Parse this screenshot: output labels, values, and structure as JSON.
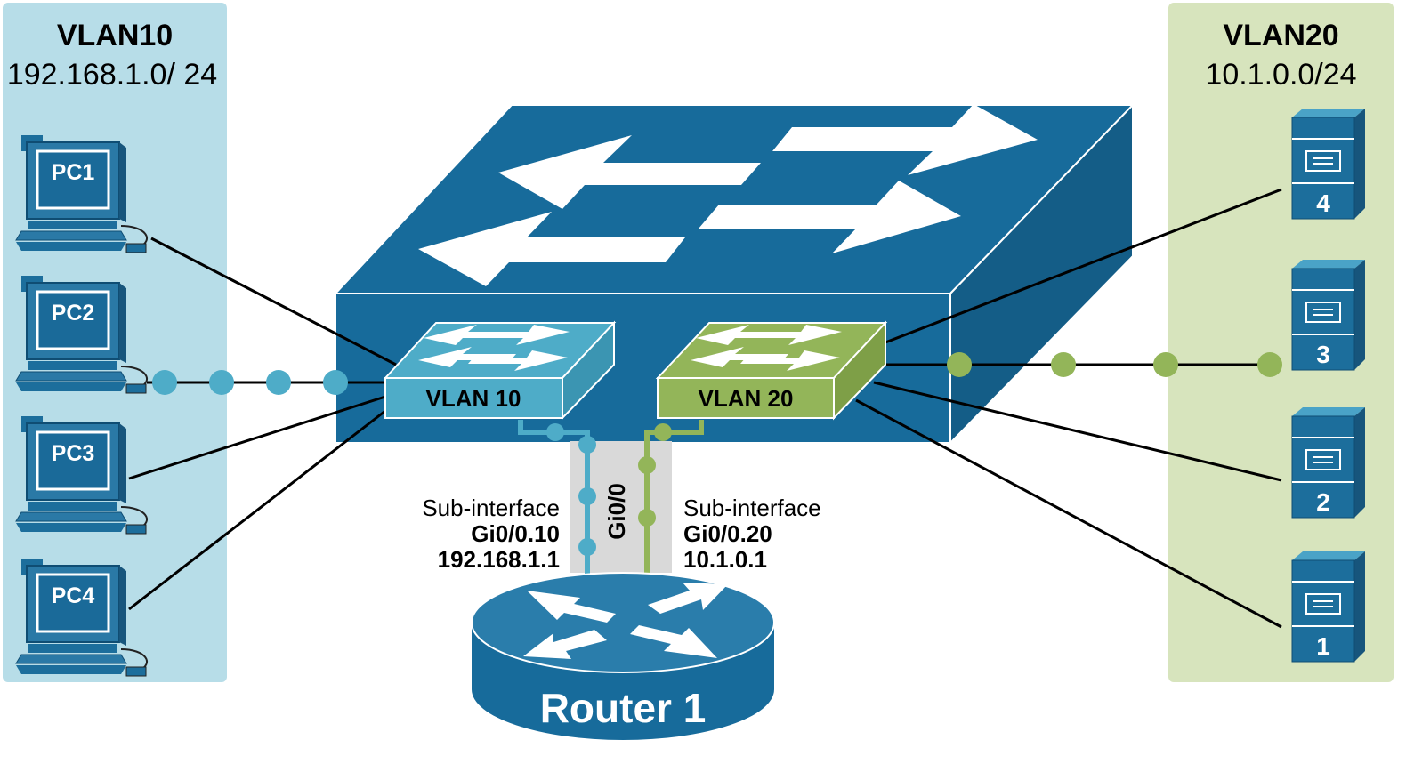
{
  "vlan10": {
    "title": "VLAN10",
    "subnet": "192.168.1.0/ 24"
  },
  "vlan20": {
    "title": "VLAN20",
    "subnet": "10.1.0.0/24"
  },
  "pcs": [
    "PC1",
    "PC2",
    "PC3",
    "PC4"
  ],
  "servers": [
    "4",
    "3",
    "2",
    "1"
  ],
  "switch": {
    "vlan10_label": "VLAN 10",
    "vlan20_label": "VLAN 20"
  },
  "trunk": {
    "interface": "Gi0/0"
  },
  "subinterface10": {
    "caption": "Sub-interface",
    "name": "Gi0/0.10",
    "ip": "192.168.1.1"
  },
  "subinterface20": {
    "caption": "Sub-interface",
    "name": "Gi0/0.20",
    "ip": "10.1.0.1"
  },
  "router": {
    "label": "Router 1"
  },
  "colors": {
    "switch_blue": "#176b9b",
    "vlan10": "#4eacc8",
    "vlan20": "#93b559",
    "vlan10_bg": "#b7dde8",
    "vlan20_bg": "#d7e4bd"
  }
}
